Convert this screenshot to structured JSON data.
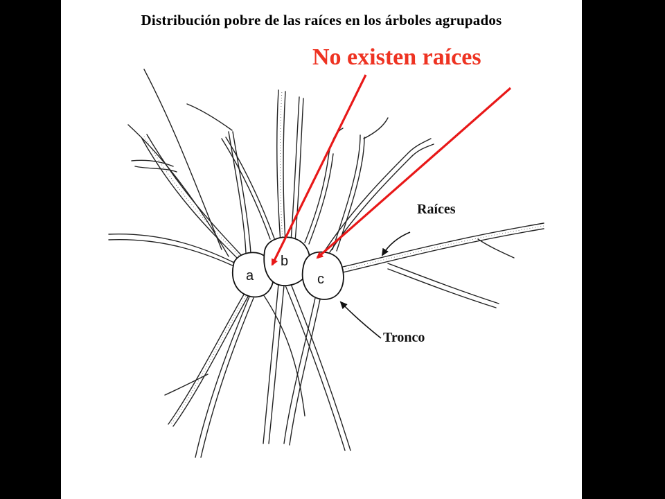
{
  "title": "Distribución pobre de las raíces en los árboles agrupados",
  "highlight_label": "No existen raíces",
  "labels": {
    "roots": "Raíces",
    "trunk": "Tronco"
  },
  "trunks": [
    {
      "id": "a",
      "label": "a"
    },
    {
      "id": "b",
      "label": "b"
    },
    {
      "id": "c",
      "label": "c"
    }
  ],
  "colors": {
    "background": "#000000",
    "panel": "#ffffff",
    "highlight": "#ee3322",
    "arrow": "#e81818"
  }
}
